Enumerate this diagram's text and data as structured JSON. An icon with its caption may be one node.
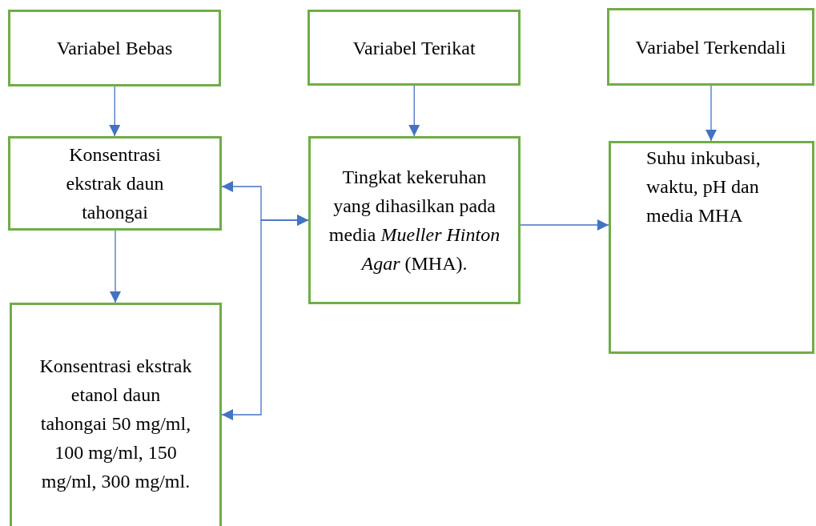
{
  "diagram": {
    "nodes": [
      {
        "text": [
          "Variabel Bebas"
        ]
      },
      {
        "text": [
          "Variabel Terikat"
        ]
      },
      {
        "text": [
          "Variabel Terkendali"
        ]
      },
      {
        "text": [
          "Konsentrasi ekstrak daun tahongai"
        ]
      },
      {
        "text": [
          "Tingkat kekeruhan yang dihasilkan pada media *Mueller Hinton Agar* (MHA)."
        ]
      },
      {
        "text": [
          "Suhu inkubasi, waktu, pH dan media MHA"
        ]
      },
      {
        "text": [
          "Konsentrasi ekstrak etanol daun tahongai 50 mg/ml, 100 mg/ml, 150 mg/ml, 300 mg/ml."
        ]
      }
    ],
    "edges": [
      {
        "from": 0,
        "to": 3,
        "arrow": "to"
      },
      {
        "from": 1,
        "to": 4,
        "arrow": "to"
      },
      {
        "from": 2,
        "to": 5,
        "arrow": "to"
      },
      {
        "from": 3,
        "to": 6,
        "arrow": "to"
      },
      {
        "from": 4,
        "to": 5,
        "arrow": "to"
      },
      {
        "from": 3,
        "to": 4,
        "arrow": "both"
      },
      {
        "from": 6,
        "to": 4,
        "arrow": "both"
      }
    ]
  }
}
